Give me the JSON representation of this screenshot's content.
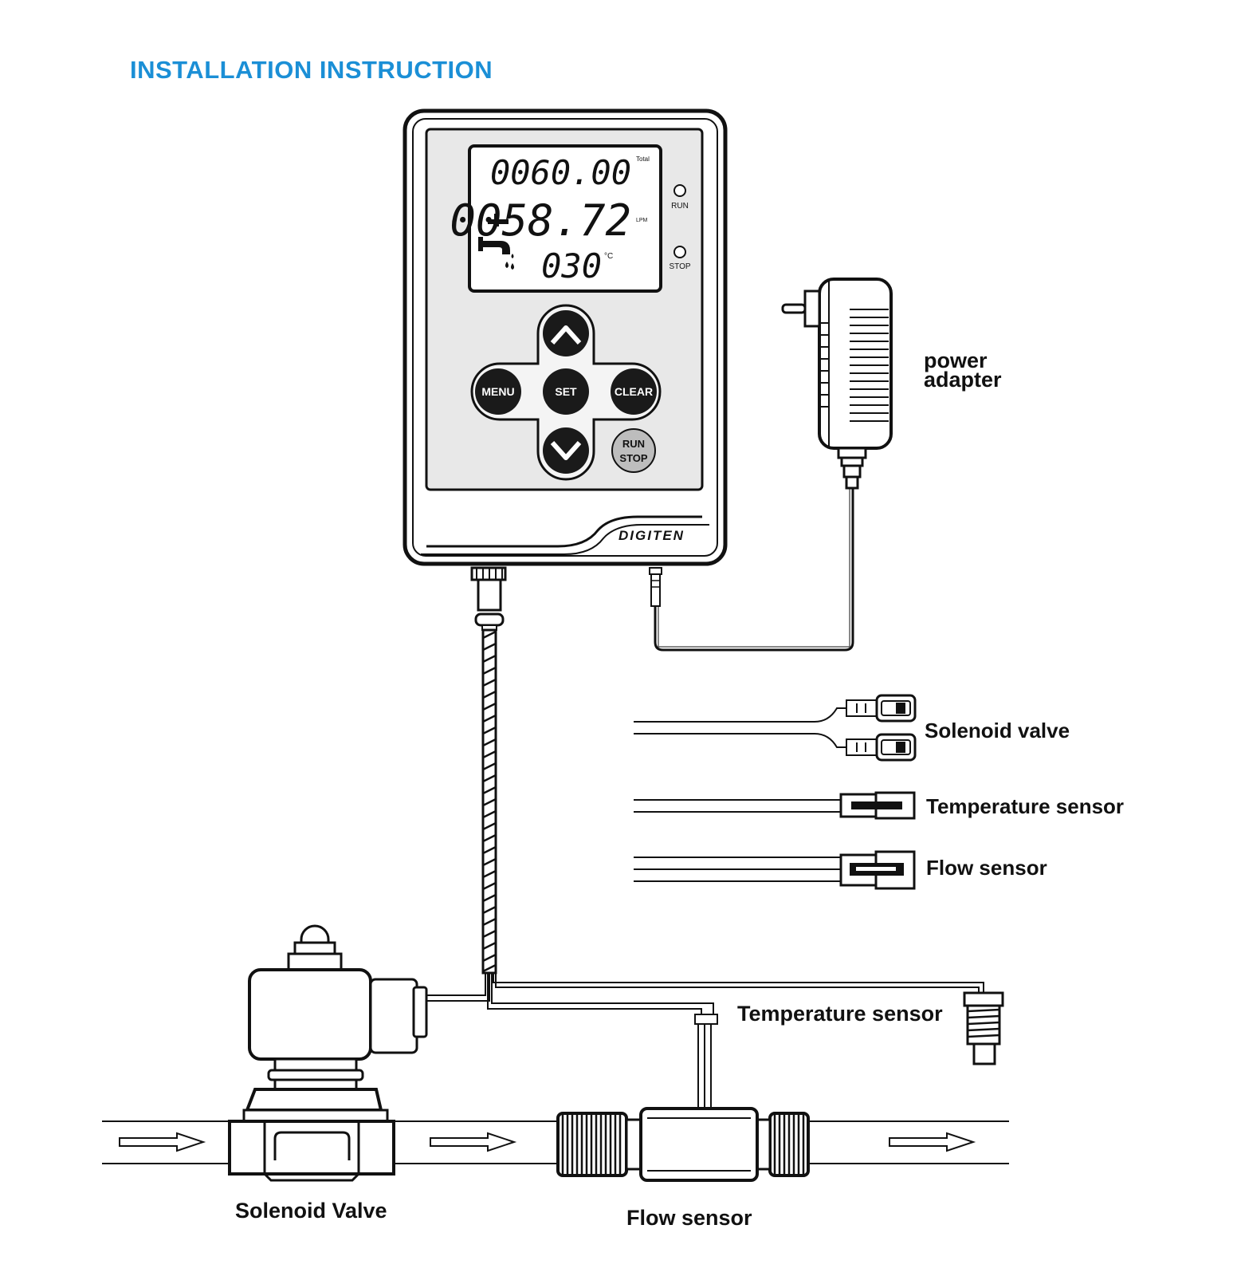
{
  "title": "INSTALLATION  INSTRUCTION",
  "device": {
    "display": {
      "total_value": "0060.00",
      "total_unit": "Total",
      "flow_value": "0058.72",
      "flow_unit": "LPM",
      "temp_value": "030",
      "temp_unit": "°C"
    },
    "indicators": {
      "run": "RUN",
      "stop": "STOP"
    },
    "buttons": {
      "menu": "MENU",
      "set": "SET",
      "clear": "CLEAR",
      "run": "RUN",
      "stop": "STOP"
    },
    "brand": "DIGITEN"
  },
  "labels": {
    "power_adapter_line1": "power",
    "power_adapter_line2": "adapter",
    "solenoid_valve_wire": "Solenoid valve",
    "temperature_sensor_wire": "Temperature sensor",
    "flow_sensor_wire": "Flow sensor",
    "temperature_sensor": "Temperature  sensor",
    "solenoid_valve": "Solenoid Valve",
    "flow_sensor": "Flow  sensor"
  },
  "colors": {
    "title": "#1b8fd6",
    "ink": "#111111",
    "panel": "#e8e8e8",
    "button": "#1a1a1a",
    "run_stop_button": "#bdbdbd"
  }
}
